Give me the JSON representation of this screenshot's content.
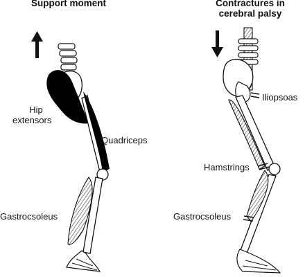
{
  "panels": {
    "left": {
      "title": "Support moment",
      "arrow": "up-arrow",
      "labels": {
        "hip_extensors_1": "Hip",
        "hip_extensors_2": "extensors",
        "quadriceps": "Quadriceps",
        "gastrocsoleus": "Gastrocsoleus"
      }
    },
    "right": {
      "title_line1": "Contractures in",
      "title_line2": "cerebral palsy",
      "arrow": "down-arrow",
      "labels": {
        "iliopsoas": "Iliopsoas",
        "hamstrings": "Hamstrings",
        "gastrocsoleus": "Gastrocsoleus"
      }
    }
  },
  "colors": {
    "ink": "#111111",
    "muscle_fill_active": "#000000",
    "muscle_fill_hatched": "#777777",
    "bone_fill": "#ffffff"
  }
}
